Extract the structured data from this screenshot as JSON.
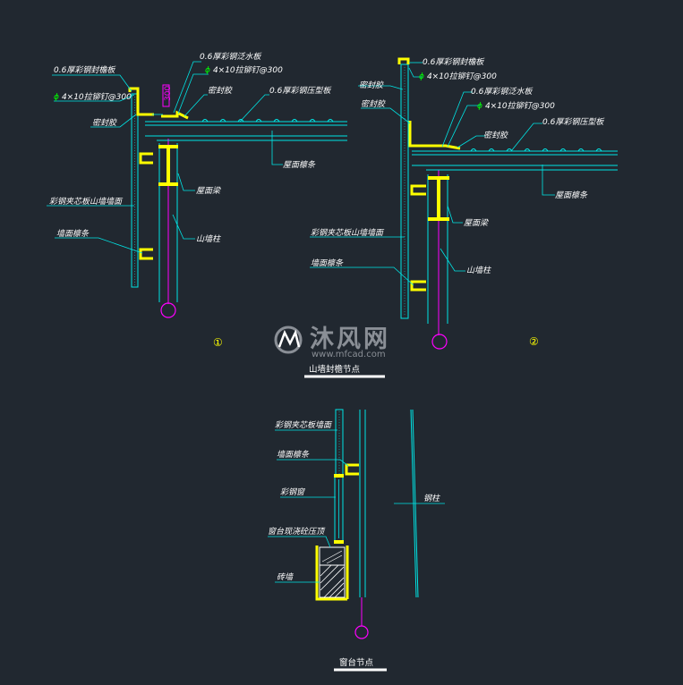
{
  "colors": {
    "background": "#212830",
    "linework": "#00e5e5",
    "steel_member": "#ffff00",
    "leader": "#00e5e5",
    "marker": "#ff00ff",
    "label_text": "#ffffff",
    "watermark": "#8a8f96"
  },
  "detail1": {
    "labels": {
      "edge_cover": "0.6厚彩钢封檐板",
      "rivet1": "4×10拉铆钉@300",
      "sealant1": "密封胶",
      "flashing": "0.6厚彩钢泛水板",
      "rivet2": "4×10拉铆钉@300",
      "sealant2": "密封胶",
      "roof_panel": "0.6厚彩钢压型板",
      "purlin": "屋面檩条",
      "gable_wall": "彩钢夹芯板山墙墙面",
      "roof_beam": "屋面梁",
      "wall_purlin": "墙面檩条",
      "gable_column": "山墙柱"
    },
    "dimension": "300",
    "number": "①"
  },
  "detail2": {
    "labels": {
      "edge_cover": "0.6厚彩钢封檐板",
      "rivet1": "4×10拉铆钉@300",
      "sealant1": "密封胶",
      "sealant2": "密封胶",
      "flashing": "0.6厚彩钢泛水板",
      "rivet2": "4×10拉铆钉@300",
      "sealant3": "密封胶",
      "roof_panel": "0.6厚彩钢压型板",
      "purlin": "屋面檩条",
      "roof_beam": "屋面梁",
      "gable_wall": "彩钢夹芯板山墙墙面",
      "wall_purlin": "墙面檩条",
      "gable_column": "山墙柱"
    },
    "number": "②"
  },
  "caption_top": "山墙封檐节点",
  "detail3": {
    "labels": {
      "wall_panel": "彩钢夹芯板墙面",
      "wall_purlin": "墙面檩条",
      "window": "彩钢窗",
      "sill_concrete": "窗台现浇砼压顶",
      "brick_wall": "砖墙",
      "steel_column": "钢柱"
    }
  },
  "caption_bottom": "窗台节点",
  "watermark": {
    "brand": "沐风网",
    "url": "www.mfcad.com"
  }
}
